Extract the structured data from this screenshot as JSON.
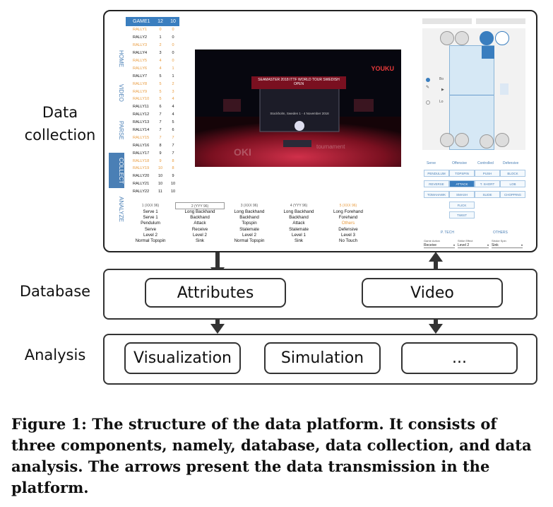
{
  "labels": {
    "data_collection": [
      "Data",
      "collection"
    ],
    "database": "Database",
    "analysis": "Analysis"
  },
  "database": {
    "attributes": "Attributes",
    "video": "Video"
  },
  "analysis": {
    "visualization": "Visualization",
    "simulation": "Simulation",
    "more": "..."
  },
  "app": {
    "nav": [
      "HOME",
      "VIDEO",
      "PARSE",
      "COLLECT",
      "ANALYZE"
    ],
    "nav_active": "COLLECT",
    "game": {
      "label": "GAME1",
      "score_a": "12",
      "score_b": "10"
    },
    "rallies": [
      {
        "name": "RALLY1",
        "a": "0",
        "b": "0",
        "orange": true
      },
      {
        "name": "RALLY2",
        "a": "1",
        "b": "0",
        "orange": false
      },
      {
        "name": "RALLY3",
        "a": "2",
        "b": "0",
        "orange": true
      },
      {
        "name": "RALLY4",
        "a": "3",
        "b": "0",
        "orange": false
      },
      {
        "name": "RALLY5",
        "a": "4",
        "b": "0",
        "orange": true
      },
      {
        "name": "RALLY6",
        "a": "4",
        "b": "1",
        "orange": true
      },
      {
        "name": "RALLY7",
        "a": "5",
        "b": "1",
        "orange": false
      },
      {
        "name": "RALLY8",
        "a": "5",
        "b": "2",
        "orange": true
      },
      {
        "name": "RALLY9",
        "a": "5",
        "b": "3",
        "orange": true
      },
      {
        "name": "RALLY10",
        "a": "5",
        "b": "4",
        "orange": true
      },
      {
        "name": "RALLY11",
        "a": "6",
        "b": "4",
        "orange": false
      },
      {
        "name": "RALLY12",
        "a": "7",
        "b": "4",
        "orange": false
      },
      {
        "name": "RALLY13",
        "a": "7",
        "b": "5",
        "orange": false
      },
      {
        "name": "RALLY14",
        "a": "7",
        "b": "6",
        "orange": false
      },
      {
        "name": "RALLY15",
        "a": "7",
        "b": "7",
        "orange": true
      },
      {
        "name": "RALLY16",
        "a": "8",
        "b": "7",
        "orange": false
      },
      {
        "name": "RALLY17",
        "a": "9",
        "b": "7",
        "orange": false
      },
      {
        "name": "RALLY18",
        "a": "9",
        "b": "8",
        "orange": true
      },
      {
        "name": "RALLY19",
        "a": "10",
        "b": "8",
        "orange": true
      },
      {
        "name": "RALLY20",
        "a": "10",
        "b": "9",
        "orange": false
      },
      {
        "name": "RALLY21",
        "a": "10",
        "b": "10",
        "orange": false
      },
      {
        "name": "RALLY22",
        "a": "11",
        "b": "10",
        "orange": false
      }
    ],
    "video": {
      "brand": "YOUKU",
      "banner": "SEAMASTER 2018 ITTF WORLD TOUR SWEDISH OPEN",
      "sub": "Stockholm, Sweden 1 - 4 November 2018"
    },
    "strokes": [
      {
        "hd": "1 (XXX 96)",
        "vals": [
          "Serve 1",
          "Serve 1",
          "Pendulum",
          "Serve",
          "Level 2",
          "Normal Topspin"
        ]
      },
      {
        "hd": "2 (YYY 96)",
        "vals": [
          "Long Backhand",
          "Backhand",
          "Attack",
          "Receive",
          "Level 2",
          "Sink"
        ]
      },
      {
        "hd": "3 (XXX 96)",
        "vals": [
          "Long Backhand",
          "Backhand",
          "Topspin",
          "Stalemate",
          "Level 2",
          "Normal Topspin"
        ]
      },
      {
        "hd": "4 (YYY 96)",
        "vals": [
          "Long Backhand",
          "Backhand",
          "Attack",
          "Stalemate",
          "Level 1",
          "Sink"
        ]
      },
      {
        "hd": "5 (XXX 96)",
        "vals": [
          "Long Forehand",
          "Forehand",
          "Others",
          "Defensive",
          "Level 3",
          "No Touch"
        ]
      }
    ],
    "tech_headers": [
      "Serve",
      "Offensive",
      "Controlled",
      "Defensive"
    ],
    "tech_buttons": [
      [
        "PENDULUM",
        "TOPSPIN",
        "PUSH",
        "BLOCK"
      ],
      [
        "REVERSE",
        "ATTACK",
        "T. SHORT",
        "LOB"
      ],
      [
        "TOMAHAWK",
        "SMASH",
        "SLIDE",
        "CHOPPING"
      ]
    ],
    "tech_extra": [
      "FLICK",
      "TWIST"
    ],
    "tech_footer": [
      "P. TECH",
      "OTHERS"
    ],
    "selects": [
      {
        "label": "Game Action",
        "value": "Receive"
      },
      {
        "label": "Strike Effect",
        "value": "Level 2"
      },
      {
        "label": "Stroke Spin",
        "value": "Sink"
      }
    ],
    "radio_labels": [
      "Bo",
      "Lo"
    ]
  },
  "caption": "Figure 1: The structure of the data platform. It consists of three components, namely, database, data collection, and data analysis. The arrows present the data transmission in the platform."
}
